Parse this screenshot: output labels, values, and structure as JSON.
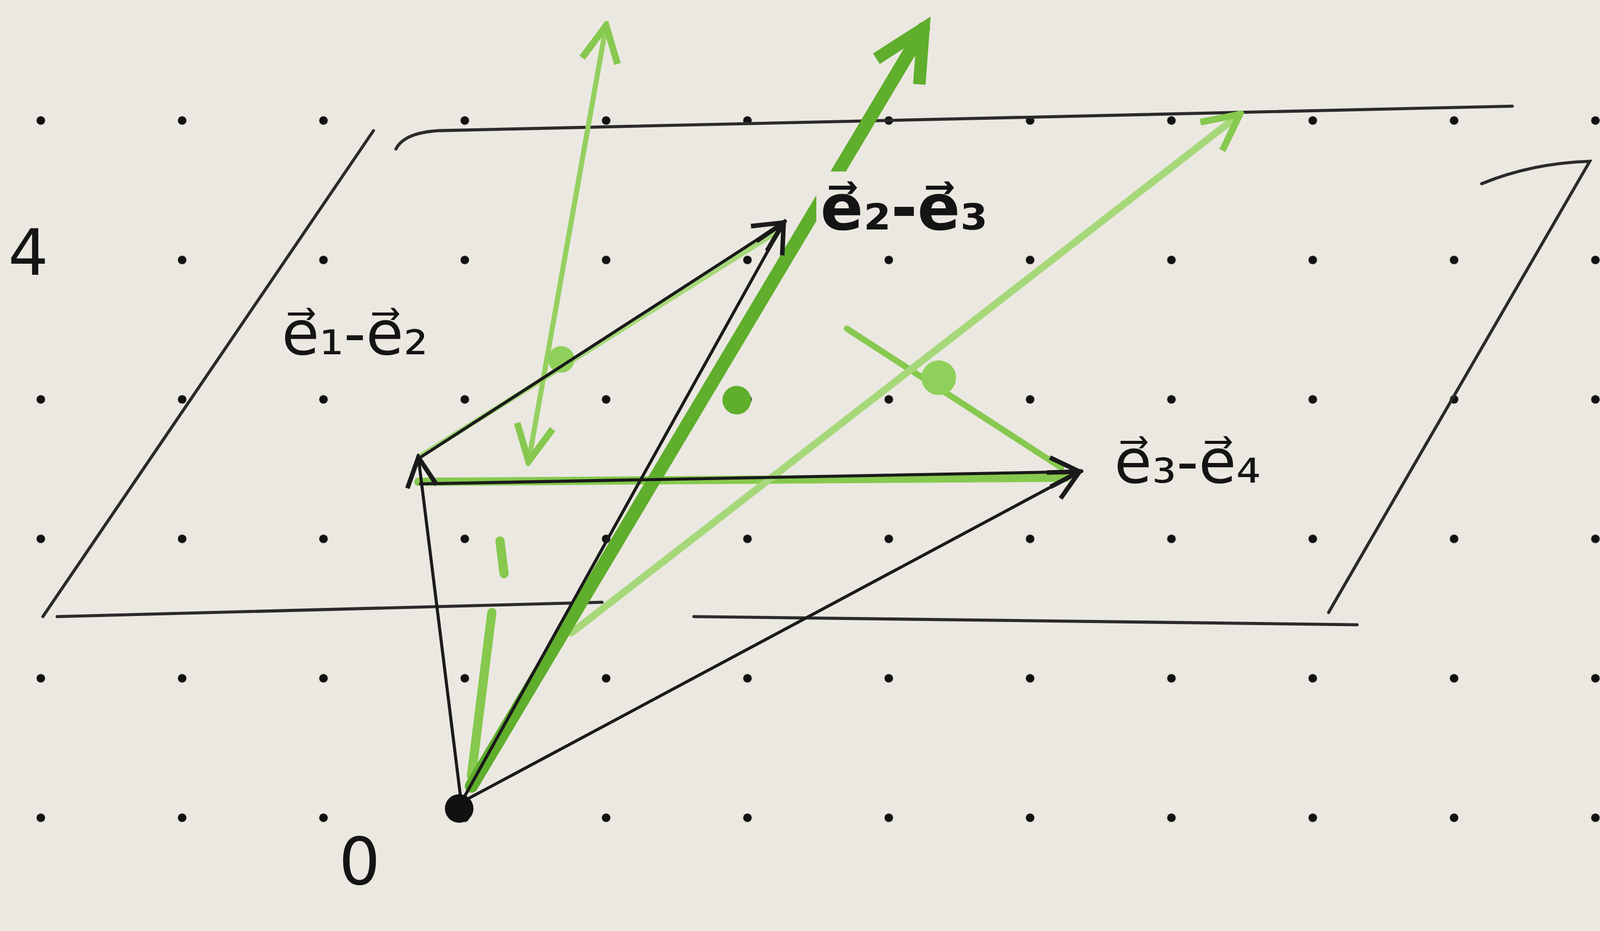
{
  "diagram": {
    "labels": [
      "4",
      "e⃗₂-e⃗₃",
      "e⃗₁-e⃗₂",
      "e⃗₃-e⃗₄",
      "0"
    ]
  }
}
